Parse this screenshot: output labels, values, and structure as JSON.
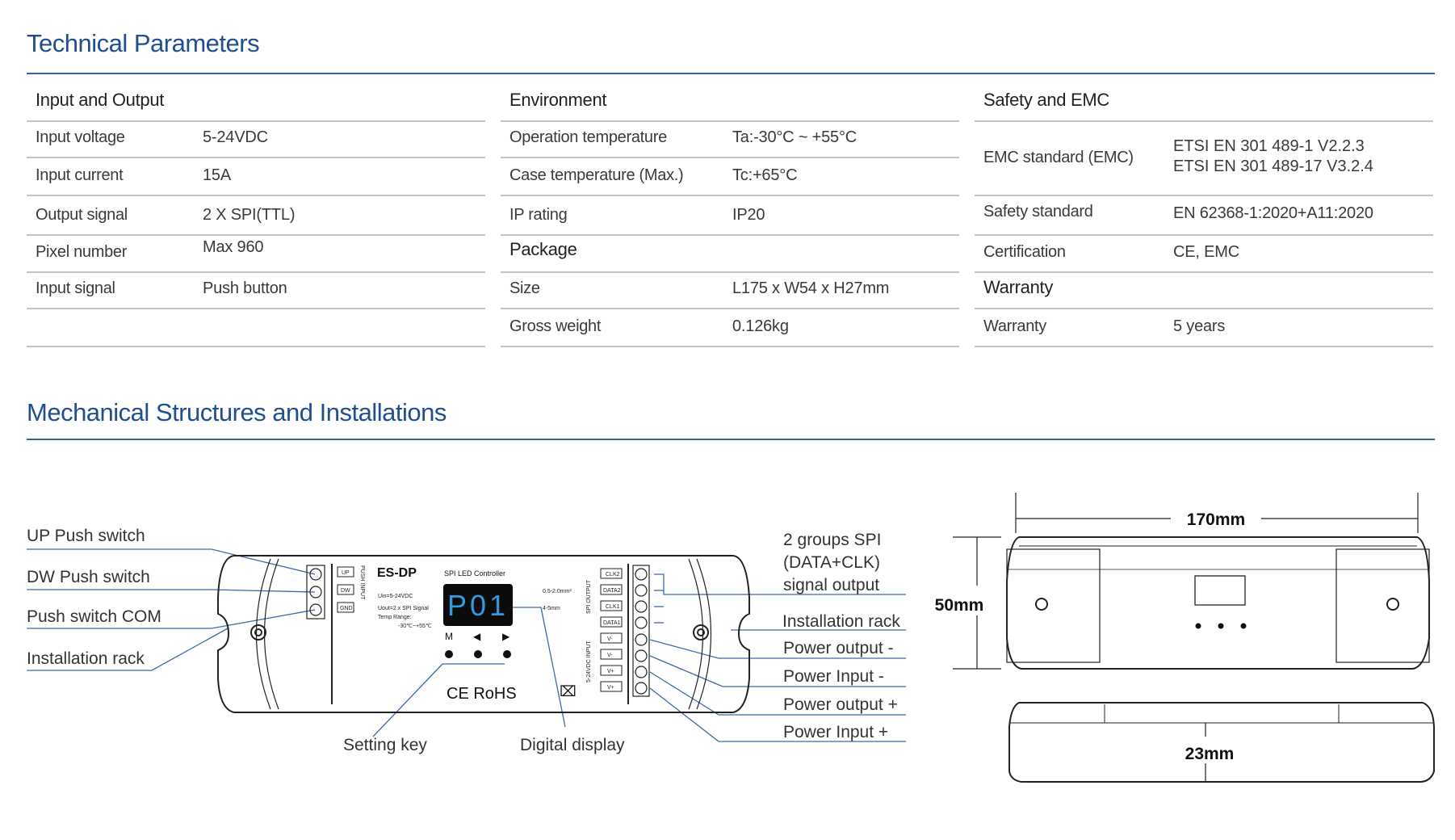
{
  "sections": {
    "technical": "Technical Parameters",
    "mechanical": "Mechanical Structures and Installations"
  },
  "tables": {
    "input_output": {
      "title": "Input and Output",
      "rows": [
        {
          "label": "Input voltage",
          "value": "5-24VDC"
        },
        {
          "label": "Input current",
          "value": "15A"
        },
        {
          "label": "Output signal",
          "value": "2 X SPI(TTL)"
        },
        {
          "label": "Pixel number",
          "value": "Max 960"
        },
        {
          "label": "Input signal",
          "value": "Push button"
        }
      ]
    },
    "environment": {
      "title": "Environment",
      "rows": [
        {
          "label": "Operation temperature",
          "value": "Ta:-30°C ~ +55°C"
        },
        {
          "label": "Case temperature (Max.)",
          "value": "Tc:+65°C"
        },
        {
          "label": "IP rating",
          "value": "IP20"
        }
      ]
    },
    "package": {
      "title": "Package",
      "rows": [
        {
          "label": "Size",
          "value": "L175 x W54 x H27mm"
        },
        {
          "label": "Gross weight",
          "value": "0.126kg"
        }
      ]
    },
    "safety": {
      "title": "Safety and EMC",
      "rows": [
        {
          "label": "EMC standard (EMC)",
          "value": "ETSI EN 301 489-1 V2.2.3",
          "value2": "ETSI EN 301 489-17 V3.2.4"
        },
        {
          "label": "Safety standard",
          "value": "EN 62368-1:2020+A11:2020"
        },
        {
          "label": "Certification",
          "value": "CE, EMC"
        }
      ]
    },
    "warranty": {
      "title": "Warranty",
      "rows": [
        {
          "label": "Warranty",
          "value": "5 years"
        }
      ]
    }
  },
  "diagram": {
    "left_labels": [
      "UP Push switch",
      "DW Push switch",
      "Push switch COM",
      "Installation rack"
    ],
    "right_labels": [
      "2 groups SPI",
      "(DATA+CLK)",
      "signal output",
      "Installation rack",
      "Power output -",
      "Power Input -",
      "Power output +",
      "Power Input +"
    ],
    "bottom_labels": [
      "Setting key",
      "Digital display"
    ],
    "device": {
      "model": "ES-DP",
      "subtitle": "SPI LED Controller",
      "spec_lines": [
        "Uin=5-24VDC",
        "Uout=2 x SPI Signal",
        "Temp Range:",
        "-30℃~+55℃"
      ],
      "display": "P01",
      "keys": [
        "M",
        "◀",
        "▶"
      ],
      "push_terms": [
        "UP",
        "DW",
        "GND"
      ],
      "push_group": "PUSH INPUT",
      "spi_terms": [
        "CLK2",
        "DATA2",
        "CLK1",
        "DATA1"
      ],
      "spi_group": "SPI OUTPUT",
      "power_terms": [
        "V-",
        "V-",
        "V+",
        "V+"
      ],
      "power_group": "5-24VDC INPUT",
      "wire_spec": [
        "0.5-2.0mm²",
        "4-5mm"
      ],
      "cert": "CE RoHS"
    },
    "dimensions": {
      "length": "170mm",
      "width": "50mm",
      "height": "23mm"
    }
  },
  "colors": {
    "accent": "#1f4f8f",
    "leader": "#3d6aa8",
    "display_bg": "#0b0b0b",
    "display_digits": "#2e9be0"
  }
}
